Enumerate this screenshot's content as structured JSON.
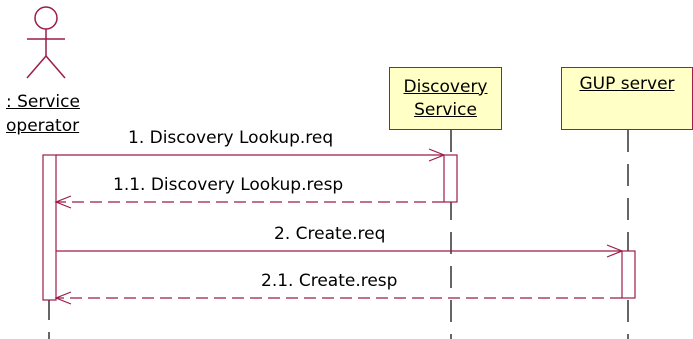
{
  "actor": {
    "name_line1": ": Service",
    "name_line2": "operator"
  },
  "objects": [
    {
      "line1": "Discovery",
      "line2": "Service"
    },
    {
      "line1": "GUP server"
    }
  ],
  "messages": [
    {
      "label": "1. Discovery Lookup.req",
      "kind": "call"
    },
    {
      "label": "1.1. Discovery Lookup.resp",
      "kind": "return"
    },
    {
      "label": "2. Create.req",
      "kind": "call"
    },
    {
      "label": "2.1. Create.resp",
      "kind": "return"
    }
  ],
  "colors": {
    "line": "#9c1c4a",
    "object_fill": "#ffffc6",
    "text": "#000000"
  }
}
